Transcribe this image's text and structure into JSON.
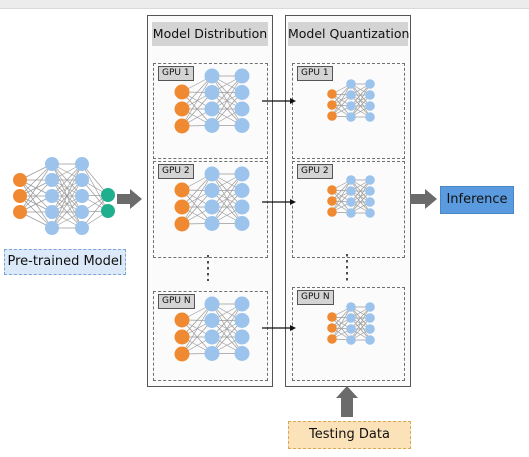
{
  "panels": {
    "distribution": {
      "title": "Model Distribution"
    },
    "quantization": {
      "title": "Model Quantization"
    }
  },
  "gpus": {
    "distribution": [
      "GPU 1",
      "GPU 2",
      "GPU N"
    ],
    "quantization": [
      "GPU 1",
      "GPU 2",
      "GPU N"
    ]
  },
  "labels": {
    "pretrained": "Pre-trained Model",
    "inference": "Inference",
    "testing": "Testing Data"
  },
  "colors": {
    "input_node": "#F08A32",
    "hidden_node": "#9CC3EC",
    "output_node": "#1FAE8E",
    "edge": "#9a9a9a",
    "inference_fill": "#5A9BE0",
    "pretrained_fill": "#DCE9F8",
    "testing_fill": "#FCE2B8",
    "arrow_gray": "#6b6b6b"
  }
}
